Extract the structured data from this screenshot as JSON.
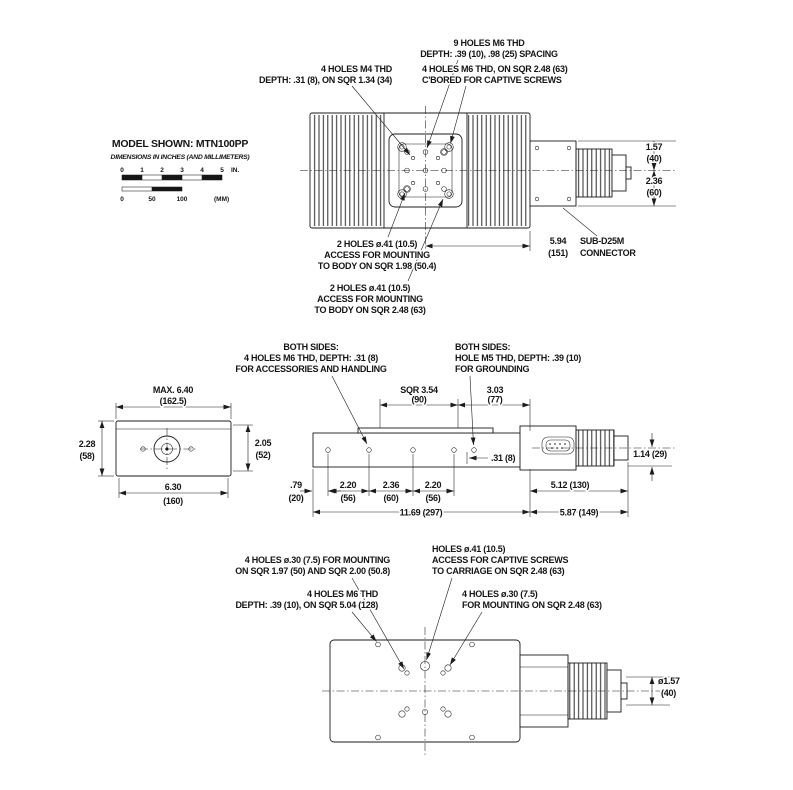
{
  "colors": {
    "ink": "#1b1b1b",
    "background": "#ffffff"
  },
  "header": {
    "model": "MODEL SHOWN: MTN100PP",
    "dims_note": "DIMENSIONS IN INCHES (AND MILLIMETERS)",
    "scale": {
      "in": [
        "0",
        "1",
        "2",
        "3",
        "4",
        "5"
      ],
      "in_unit": "IN.",
      "mm": [
        "0",
        "50",
        "100"
      ],
      "mm_unit": "(MM)"
    }
  },
  "top": {
    "holes9_1": "9 HOLES M6 THD",
    "holes9_2": "DEPTH: .39 (10), .98 (25) SPACING",
    "m4_1": "4 HOLES M4 THD",
    "m4_2": "DEPTH: .31 (8), ON SQR 1.34 (34)",
    "m6cb_1": "4 HOLES M6 THD, ON SQR 2.48 (63)",
    "m6cb_2": "C'BORED FOR CAPTIVE SCREWS",
    "acc198_1": "2 HOLES ø.41 (10.5)",
    "acc198_2": "ACCESS FOR MOUNTING",
    "acc198_3": "TO BODY ON SQR 1.98 (50.4)",
    "acc248_1": "2 HOLES ø.41 (10.5)",
    "acc248_2": "ACCESS FOR MOUNTING",
    "acc248_3": "TO BODY ON SQR 2.48 (63)",
    "d157": "1.57",
    "d157mm": "(40)",
    "d236": "2.36",
    "d236mm": "(60)",
    "d594": "5.94",
    "d594mm": "(151)",
    "conn_1": "SUB-D25M",
    "conn_2": "CONNECTOR"
  },
  "middle": {
    "both_l_1": "BOTH SIDES:",
    "both_l_2": "4 HOLES M6 THD, DEPTH: .31 (8)",
    "both_l_3": "FOR ACCESSORIES AND HANDLING",
    "both_r_1": "BOTH SIDES:",
    "both_r_2": "HOLE M5 THD, DEPTH: .39 (10)",
    "both_r_3": "FOR GROUNDING",
    "dmax": "MAX. 6.40",
    "dmaxmm": "(162.5)",
    "d228": "2.28",
    "d228mm": "(58)",
    "d205": "2.05",
    "d205mm": "(52)",
    "d630": "6.30",
    "d630mm": "(160)",
    "dsqr354": "SQR 3.54",
    "dsqr354mm": "(90)",
    "d303": "3.03",
    "d303mm": "(77)",
    "d31": ".31 (8)",
    "d79": ".79",
    "d79mm": "(20)",
    "d220a": "2.20",
    "d220amm": "(56)",
    "d236": "2.36",
    "d236mm": "(60)",
    "d220b": "2.20",
    "d220bmm": "(56)",
    "d512": "5.12 (130)",
    "d1169": "11.69 (297)",
    "d587": "5.87 (149)",
    "d114": "1.14 (29)"
  },
  "bottom": {
    "mount50_1": "4 HOLES ø.30 (7.5) FOR MOUNTING",
    "mount50_2": "ON SQR 1.97 (50) AND SQR 2.00 (50.8)",
    "acc41_1": "HOLES ø.41 (10.5)",
    "acc41_2": "ACCESS FOR CAPTIVE SCREWS",
    "acc41_3": "TO CARRIAGE ON SQR 2.48 (63)",
    "m6_1": "4 HOLES M6 THD",
    "m6_2": "DEPTH: .39 (10), ON SQR 5.04 (128)",
    "mount63_1": "4 HOLES ø.30 (7.5)",
    "mount63_2": "FOR MOUNTING ON SQR 2.48 (63)",
    "d157": "ø1.57",
    "d157mm": "(40)"
  }
}
